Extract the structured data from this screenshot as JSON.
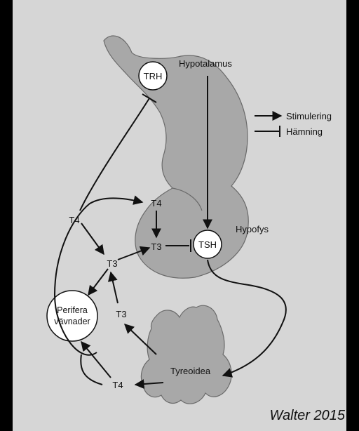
{
  "nodes": {
    "hypothalamus": "Hypotalamus",
    "trh": "TRH",
    "tsh": "TSH",
    "pituitary": "Hypofys",
    "thyroid": "Tyreoidea",
    "peripheral": [
      "Perifera",
      "vävnader"
    ]
  },
  "hormones": {
    "t4_pit": "T4",
    "t3_pit": "T3",
    "t3_mid": "T3",
    "t4_left": "T4",
    "t3_low": "T3",
    "t4_bottom": "T4"
  },
  "legend": {
    "stimulation": "Stimulering",
    "inhibition": "Hämning"
  },
  "credit": "Walter 2015",
  "colors": {
    "page": "#d6d6d6",
    "organ": "#a8a8a8",
    "node_fill": "#ffffff",
    "line": "#111111"
  }
}
